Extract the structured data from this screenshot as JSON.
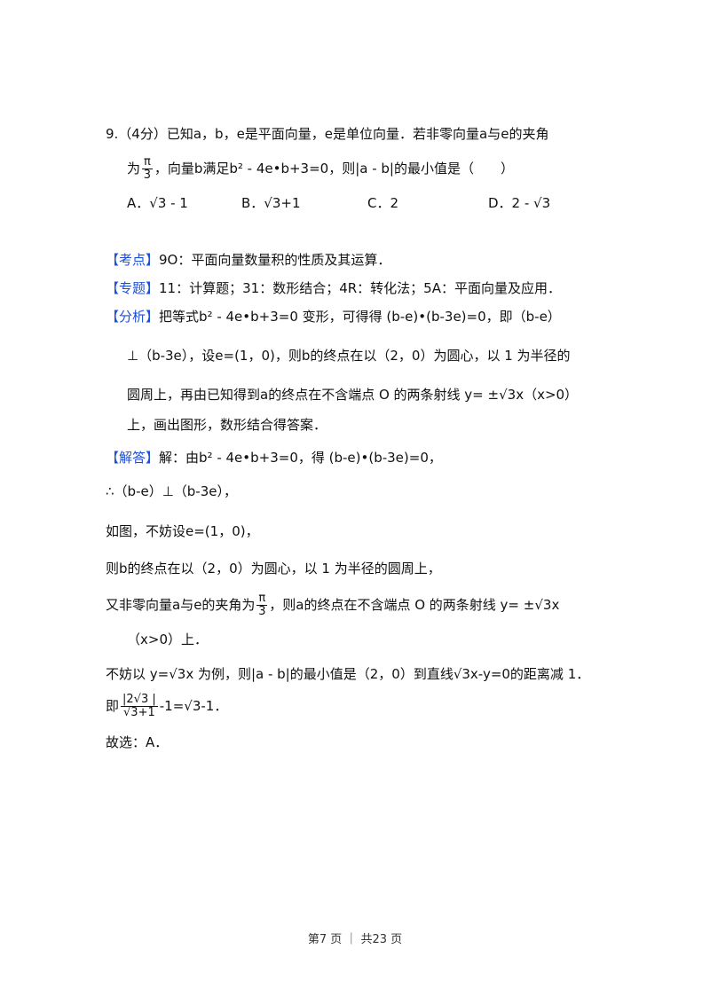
{
  "question": {
    "line1": "9.（4分）已知a，b，e是平面向量，e是单位向量．若非零向量a与e的夹角",
    "line2_pre": "为",
    "frac_num": "π",
    "frac_den": "3",
    "line2_post": "，向量b满足b² - 4e•b+3=0，则|a - b|的最小值是（　　）",
    "options": {
      "a": "A．√3 - 1",
      "b": "B．√3+1",
      "c": "C．2",
      "d": "D．2 - √3"
    }
  },
  "kaodian": {
    "tag": "【考点】",
    "text": "9O：平面向量数量积的性质及其运算．"
  },
  "zhuanti": {
    "tag": "【专题】",
    "text": "11：计算题；31：数形结合；4R：转化法；5A：平面向量及应用．"
  },
  "fenxi": {
    "tag": "【分析】",
    "l1": "把等式b² - 4e•b+3=0 变形，可得得 (b-e)•(b-3e)=0，即（b-e）",
    "l2": "⊥（b-3e），设e=(1，0)，则b的终点在以（2，0）为圆心，以 1 为半径的",
    "l3": "圆周上，再由已知得到a的终点在不含端点 O 的两条射线 y= ±√3x（x>0）",
    "l4": "上，画出图形，数形结合得答案．"
  },
  "jieda": {
    "tag": "【解答】",
    "l1": "解：由b² - 4e•b+3=0，得 (b-e)•(b-3e)=0，",
    "l2": "∴（b-e）⊥（b-3e），",
    "l3": "如图，不妨设e=(1，0)，",
    "l4": "则b的终点在以（2，0）为圆心，以 1 为半径的圆周上，",
    "l5_pre": "又非零向量a与e的夹角为",
    "l5_post": "，则a的终点在不含端点 O 的两条射线 y= ±√3x",
    "l6": "（x>0）上．",
    "l7": "不妨以 y=√3x 为例，则|a - b|的最小值是（2，0）到直线√3x-y=0的距离减 1．",
    "l8_pre": "即",
    "l8_num": "|2√3 |",
    "l8_den": "√3+1",
    "l8_post": "-1=√3-1．",
    "l9": "故选：A．"
  },
  "footer": "第7 页 ｜ 共23 页"
}
